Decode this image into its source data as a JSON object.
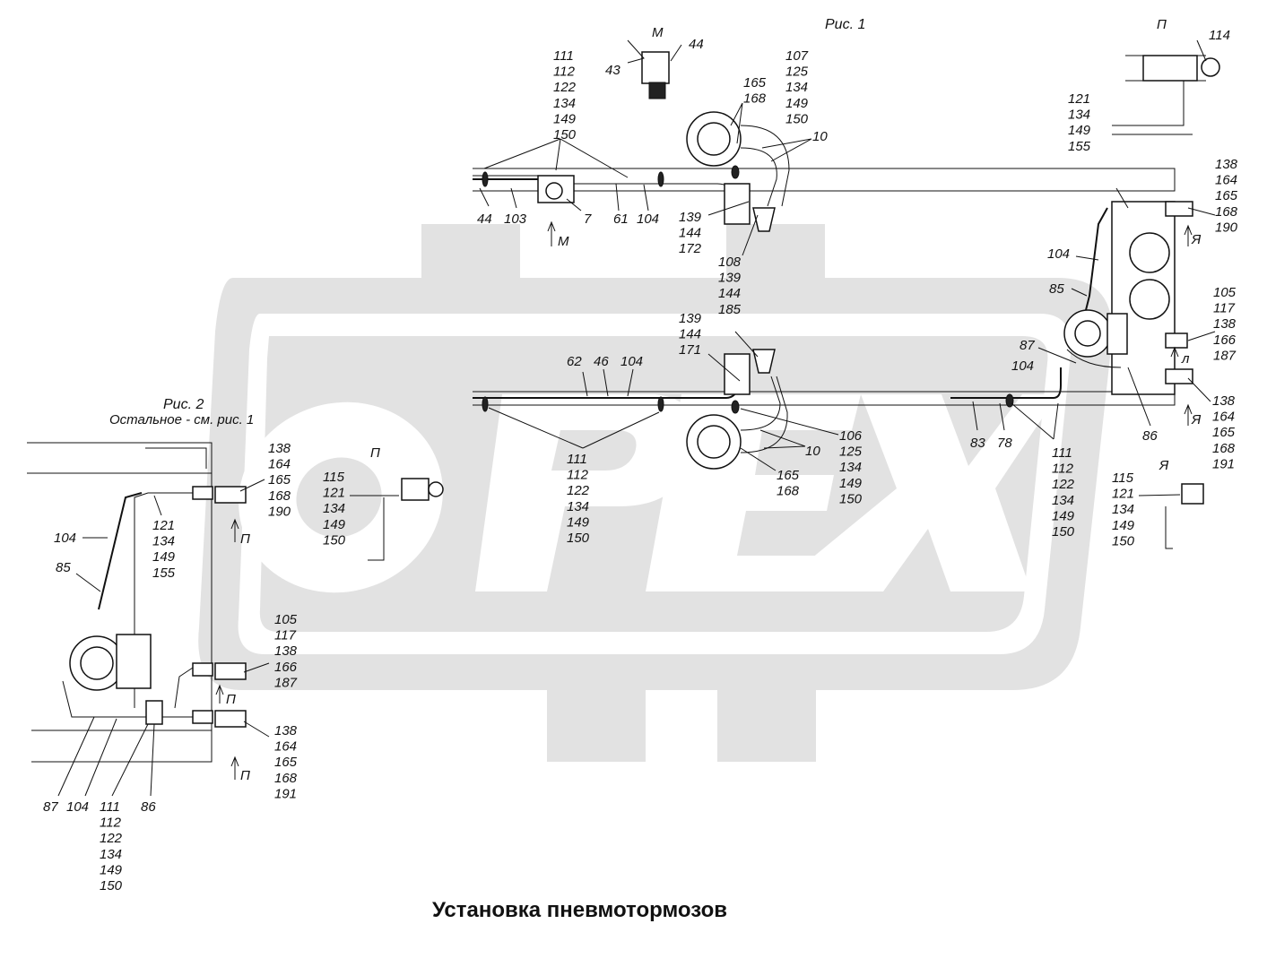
{
  "caption": "Установка пневмотормозов",
  "figures": {
    "fig1_title": "Рис. 1",
    "fig2_title": "Рис. 2",
    "fig2_subtitle": "Остальное - см. рис. 1"
  },
  "watermark": "ОРЕХ",
  "view_letters": {
    "m_top": "М",
    "m_arrow": "М",
    "p_top": "П",
    "ya_arrow": "Я",
    "ya_small": "Я",
    "l_arrow": "л",
    "p_fig2_view": "П",
    "p_fig2_arrow1": "П",
    "p_fig2_arrow2": "П",
    "p_fig2_arrow3": "П"
  },
  "callouts": {
    "c43": "43",
    "c44_top": "44",
    "stack_111_top": "111\n112\n122\n134\n149\n150",
    "stack_107": "107\n125\n134\n149\n150",
    "stack_165_top": "165\n168",
    "c10_top": "10",
    "c114": "114",
    "stack_121_right": "121\n134\n149\n155",
    "stack_138_right_top": "138\n164\n165\n168\n190",
    "c44_left": "44",
    "c103": "103",
    "c7": "7",
    "c61": "61",
    "c104_top": "104",
    "stack_139_top": "139\n144\n172",
    "stack_108": "108\n139\n144\n185",
    "c104_right": "104",
    "c85_right": "85",
    "stack_105_right": "105\n117\n138\n166\n187",
    "stack_139_mid": "139\n144\n171",
    "c62": "62",
    "c46": "46",
    "c104_mid": "104",
    "c87_right": "87",
    "c104_right2": "104",
    "stack_138_right_bottom": "138\n164\n165\n168\n191",
    "c83": "83",
    "c78": "78",
    "c86_right": "86",
    "stack_111_right": "111\n112\n122\n134\n149\n150",
    "stack_106": "106\n125\n134\n149\n150",
    "c10_bottom": "10",
    "stack_165_bottom": "165\n168",
    "stack_111_mid": "111\n112\n122\n134\n149\n150",
    "stack_115_right": "115\n121\n134\n149\n150",
    "stack_138_fig2_top": "138\n164\n165\n168\n190",
    "stack_115_fig2": "115\n121\n134\n149\n150",
    "stack_121_fig2": "121\n134\n149\n155",
    "c104_fig2": "104",
    "c85_fig2": "85",
    "stack_105_fig2": "105\n117\n138\n166\n187",
    "stack_138_fig2_bottom": "138\n164\n165\n168\n191",
    "c87_fig2": "87",
    "c104_fig2_bottom": "104",
    "stack_111_fig2": "111\n112\n122\n134\n149\n150",
    "c86_fig2": "86"
  }
}
